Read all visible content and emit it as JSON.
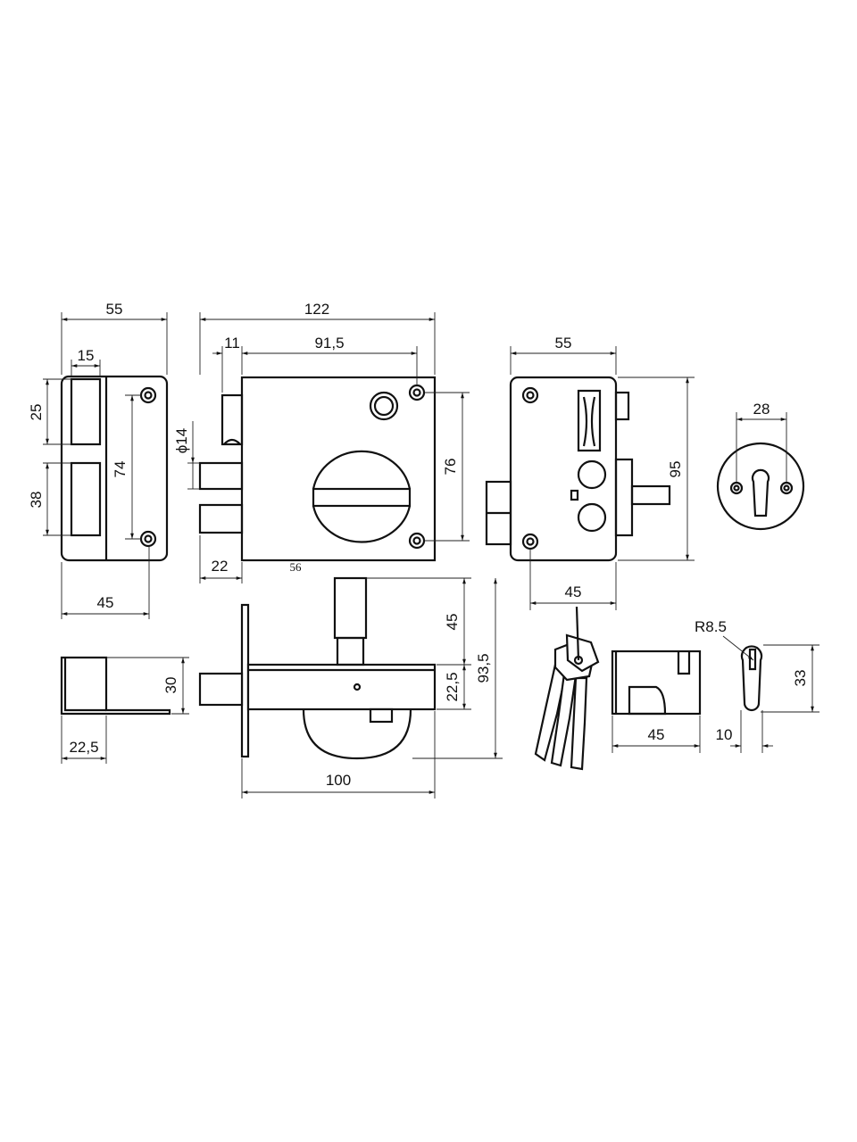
{
  "drawing": {
    "strike_front": {
      "width": "55",
      "slot_width": "15",
      "slot1_height": "25",
      "slot2_height": "38",
      "hole_spacing": "74",
      "base_width": "45"
    },
    "lock_front": {
      "overall_width": "122",
      "cylinder_offset": "11",
      "hole_spacing_h": "91,5",
      "hole_spacing_v": "76",
      "bolt_diameter": "ϕ14",
      "bolt_projection": "22",
      "backset": "56"
    },
    "lock_side": {
      "depth": "55",
      "height": "95",
      "hole_offset": "45"
    },
    "rosette": {
      "hole_spacing": "28"
    },
    "strike_side": {
      "height": "30",
      "depth": "22,5"
    },
    "lock_top": {
      "spindle_height": "45",
      "body_height": "22,5",
      "total_height": "93,5",
      "width": "100"
    },
    "cylinder": {
      "radius": "R8.5",
      "height": "33",
      "length": "45",
      "width": "10"
    }
  }
}
